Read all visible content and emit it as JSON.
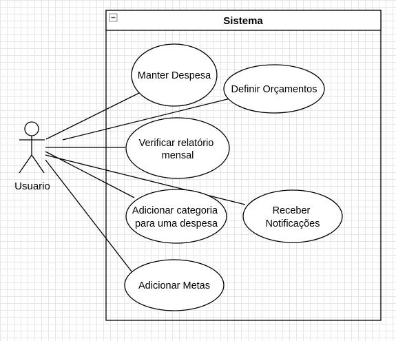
{
  "system": {
    "title": "Sistema",
    "collapse_icon": "minus-box-icon"
  },
  "actor": {
    "label": "Usuario"
  },
  "use_cases": [
    {
      "lines": [
        "Manter Despesa"
      ]
    },
    {
      "lines": [
        "Definir Orçamentos"
      ]
    },
    {
      "lines": [
        "Verificar relatório",
        "mensal"
      ]
    },
    {
      "lines": [
        "Adicionar categoria",
        "para uma despesa"
      ]
    },
    {
      "lines": [
        "Receber",
        "Notificações"
      ]
    },
    {
      "lines": [
        "Adicionar Metas"
      ]
    }
  ],
  "colors": {
    "stroke": "#000000",
    "background": "#ffffff",
    "grid": "#e6e6e6",
    "collapse_icon": "#888888"
  }
}
